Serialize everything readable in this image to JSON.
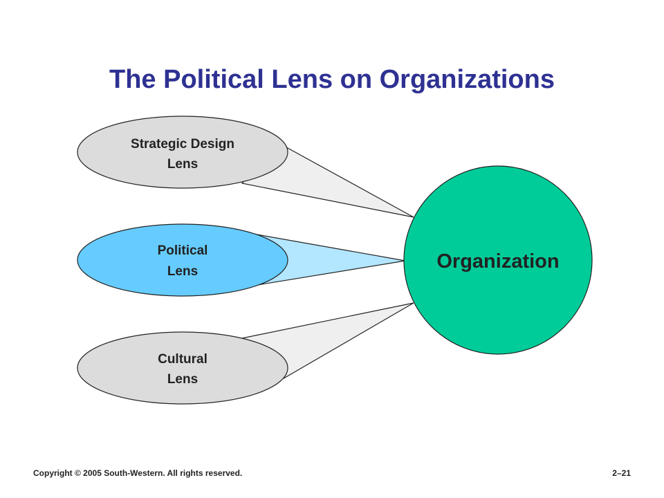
{
  "title": "The Political Lens on Organizations",
  "lenses": [
    {
      "line1": "Strategic Design",
      "line2": "Lens",
      "fill": "#dcdcdc",
      "beam": "#efefef"
    },
    {
      "line1": "Political",
      "line2": "Lens",
      "fill": "#66ccff",
      "beam": "#b3e6ff"
    },
    {
      "line1": "Cultural",
      "line2": "Lens",
      "fill": "#dcdcdc",
      "beam": "#efefef"
    }
  ],
  "organization": {
    "label": "Organization",
    "fill": "#00cc99"
  },
  "footer": {
    "copyright": "Copyright © 2005 South-Western. All rights reserved.",
    "slide_number": "2–21"
  }
}
